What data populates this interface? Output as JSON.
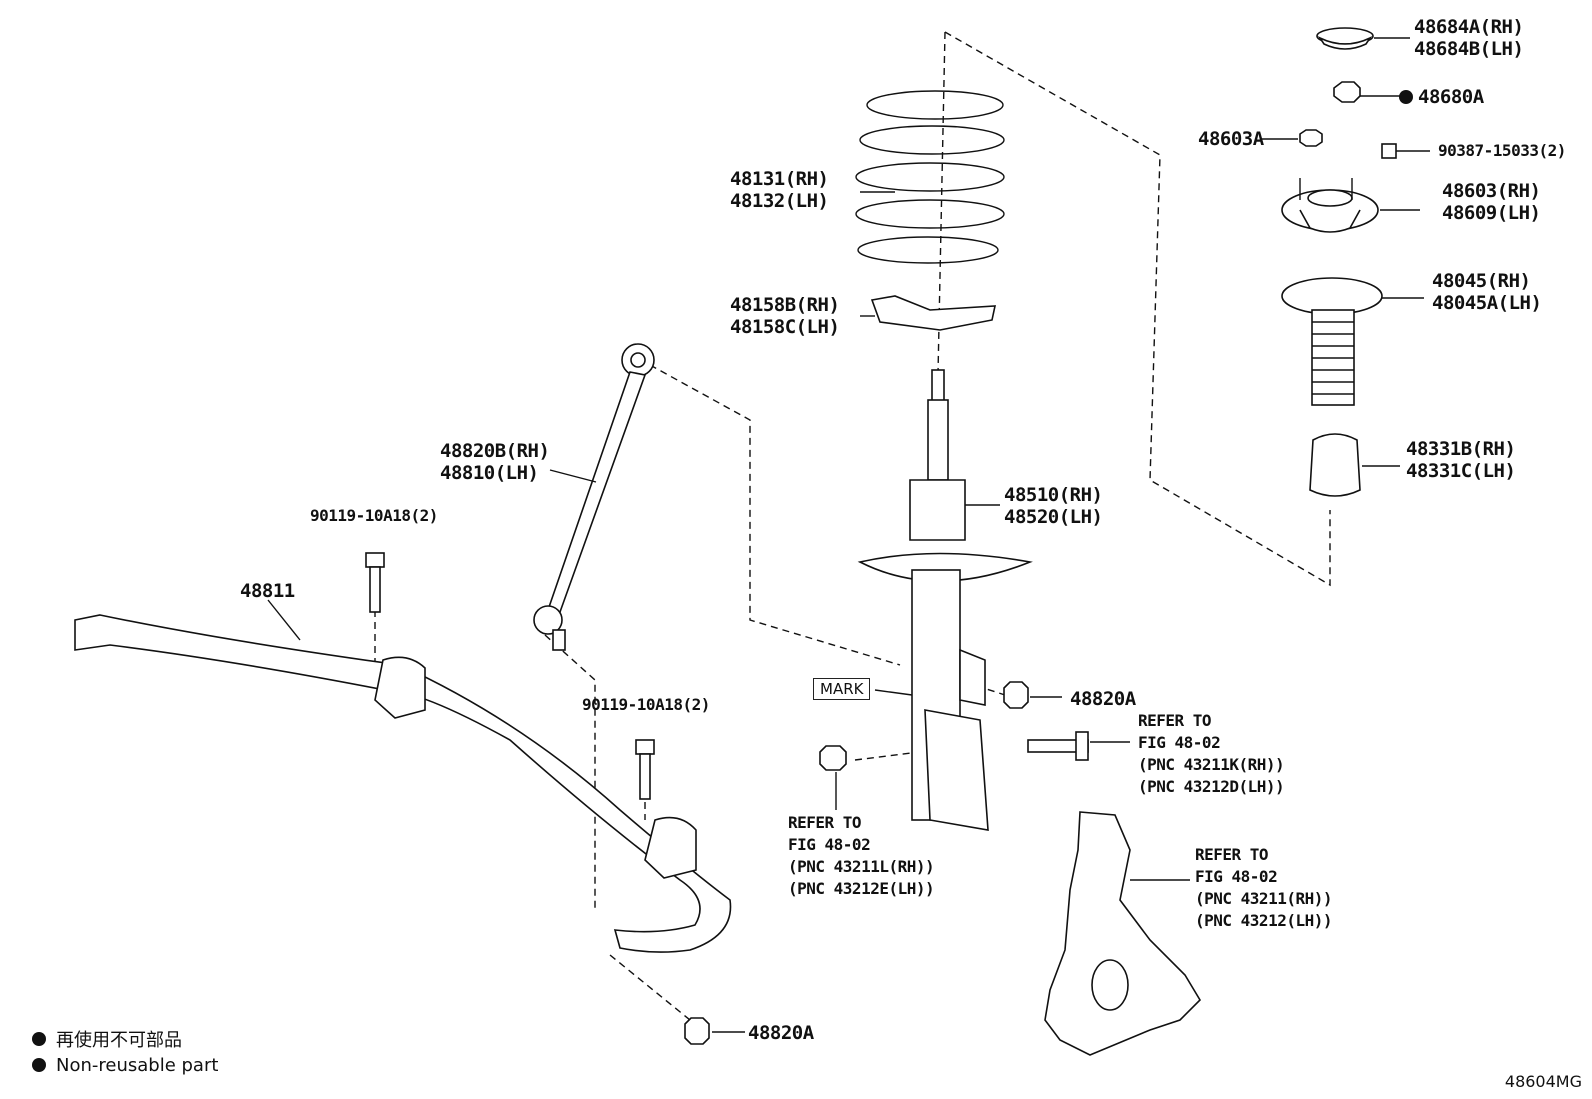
{
  "labels": {
    "insulator_cap": "48684A(RH)\n48684B(LH)",
    "nut_48680A": "48680A",
    "nut_48603A": "48603A",
    "nut_90387": "90387-15033(2)",
    "support": "48603(RH)\n48609(LH)",
    "boot": "48045(RH)\n48045A(LH)",
    "bumper": "48331B(RH)\n48331C(LH)",
    "spring": "48131(RH)\n48132(LH)",
    "seat": "48158B(RH)\n48158C(LH)",
    "link": "48820B(RH)\n48810(LH)",
    "bolt_upper": "90119-10A18(2)",
    "bar": "48811",
    "strut": "48510(RH)\n48520(LH)",
    "nut_link": "48820A",
    "refer_bolt": "REFER TO\nFIG 48-02\n(PNC 43211K(RH))\n(PNC 43212D(LH))",
    "bolt_lower": "90119-10A18(2)",
    "refer_nut": "REFER TO\nFIG 48-02\n(PNC 43211L(RH))\n(PNC 43212E(LH))",
    "refer_knuckle": "REFER TO\nFIG 48-02\n(PNC 43211(RH))\n(PNC 43212(LH))",
    "nut_bottom": "48820A",
    "mark": "MARK"
  },
  "legend": {
    "jp": "再使用不可部品",
    "en": "Non-reusable part"
  },
  "figure_code": "48604MG"
}
